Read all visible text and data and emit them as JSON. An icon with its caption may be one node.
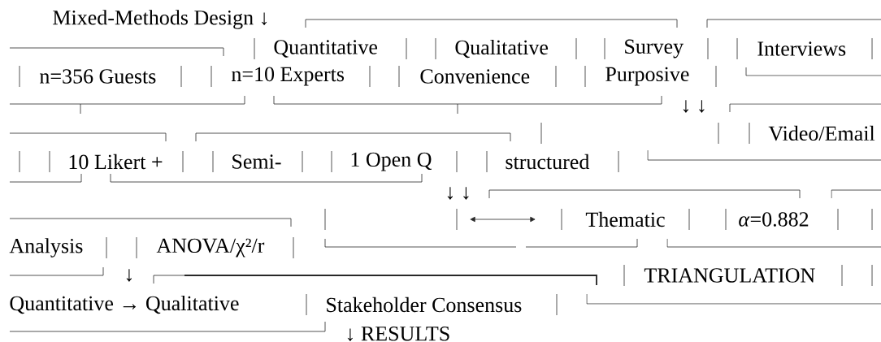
{
  "diagram": {
    "labels": [
      "Mixed-Methods Design ↓",
      "Quantitative",
      "Qualitative",
      "Survey",
      "Interviews",
      "n=356 Guests",
      "n=10 Experts",
      "Convenience",
      "Purposive",
      "↓ ↓",
      "Video/Email",
      "10 Likert +",
      "Semi-",
      "1 Open Q",
      "structured",
      "↓ ↓",
      "Thematic",
      "*α*=0.882",
      "Analysis",
      "ANOVA/χ²/r",
      "↓",
      "TRIANGULATION",
      "Quantitative → Qualitative",
      "Stakeholder Consensus",
      "↓ RESULTS"
    ]
  }
}
